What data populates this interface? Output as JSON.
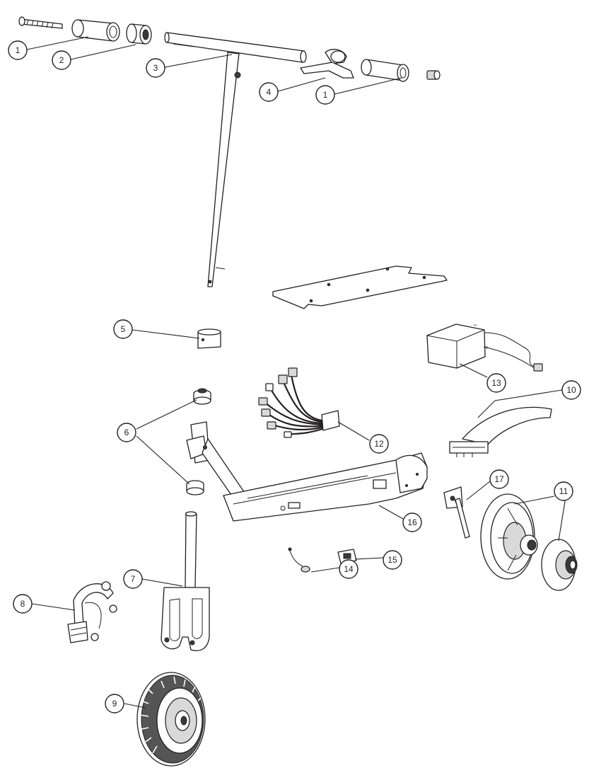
{
  "callouts": {
    "c1a": "1",
    "c2": "2",
    "c3": "3",
    "c4": "4",
    "c1b": "1",
    "c5": "5",
    "c6": "6",
    "c7": "7",
    "c8": "8",
    "c9": "9",
    "c10": "10",
    "c11": "11",
    "c12": "12",
    "c13": "13",
    "c14": "14",
    "c15": "15",
    "c16": "16",
    "c17": "17"
  },
  "battery_marks": {
    "minus": "−",
    "plus": "+"
  }
}
